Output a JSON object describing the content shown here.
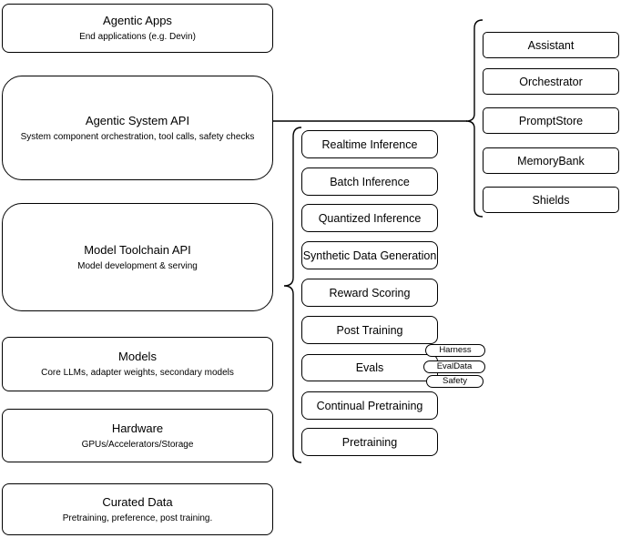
{
  "layers": [
    {
      "title": "Agentic Apps",
      "subtitle": "End applications (e.g. Devin)"
    },
    {
      "title": "Agentic System API",
      "subtitle": "System component orchestration, tool calls, safety checks"
    },
    {
      "title": "Model Toolchain API",
      "subtitle": "Model development & serving"
    },
    {
      "title": "Models",
      "subtitle": "Core LLMs, adapter weights, secondary models"
    },
    {
      "title": "Hardware",
      "subtitle": "GPUs/Accelerators/Storage"
    },
    {
      "title": "Curated Data",
      "subtitle": "Pretraining, preference, post training."
    }
  ],
  "toolchain": [
    "Realtime Inference",
    "Batch Inference",
    "Quantized Inference",
    "Synthetic Data Generation",
    "Reward Scoring",
    "Post Training",
    "Evals",
    "Continual Pretraining",
    "Pretraining"
  ],
  "evals_badges": [
    "Harness",
    "EvalData",
    "Safety"
  ],
  "system_components": [
    "Assistant",
    "Orchestrator",
    "PromptStore",
    "MemoryBank",
    "Shields"
  ],
  "colors": {
    "stroke": "#000000",
    "fill": "#ffffff"
  }
}
